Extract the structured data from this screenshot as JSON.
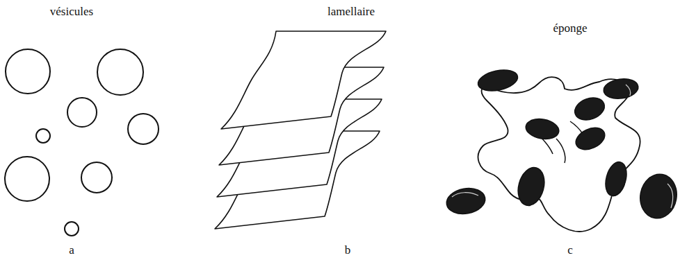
{
  "diagram": {
    "labels": [
      "vésicules",
      "a",
      "lamellaire",
      "b",
      "éponge",
      "c"
    ]
  }
}
